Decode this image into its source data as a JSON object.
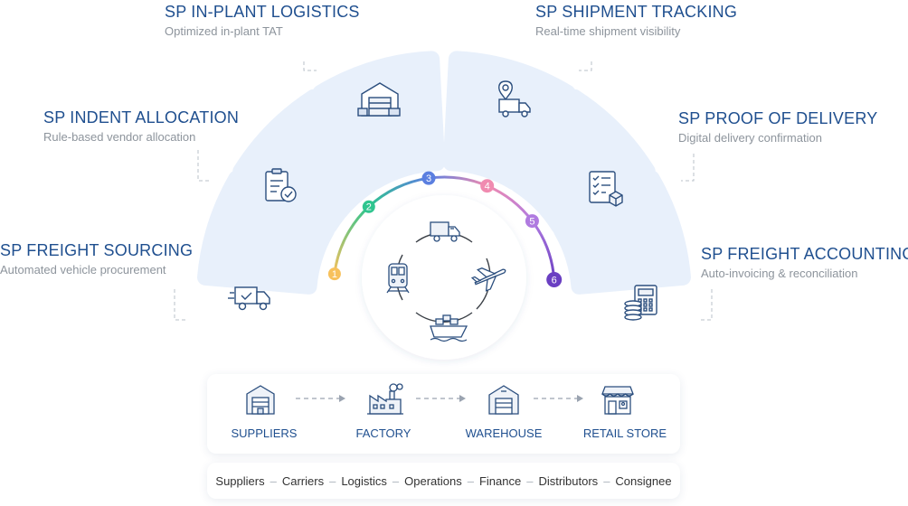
{
  "modules": [
    {
      "title": "SP FREIGHT SOURCING",
      "subtitle": "Automated vehicle procurement",
      "icon": "truck-check-icon",
      "step": "1",
      "color": "#f7c15c"
    },
    {
      "title": "SP INDENT ALLOCATION",
      "subtitle": "Rule-based vendor allocation",
      "icon": "document-check-icon",
      "step": "2",
      "color": "#2fc58f"
    },
    {
      "title": "SP IN-PLANT LOGISTICS",
      "subtitle": "Optimized in-plant TAT",
      "icon": "warehouse-icon",
      "step": "3",
      "color": "#5b7fe0"
    },
    {
      "title": "SP SHIPMENT TRACKING",
      "subtitle": "Real-time shipment visibility",
      "icon": "truck-location-icon",
      "step": "4",
      "color": "#f08bb0"
    },
    {
      "title": "SP PROOF OF DELIVERY",
      "subtitle": "Digital delivery confirmation",
      "icon": "checklist-box-icon",
      "step": "5",
      "color": "#b07be0"
    },
    {
      "title": "SP FREIGHT ACCOUNTING",
      "subtitle": "Auto-invoicing & reconciliation",
      "icon": "calculator-coins-icon",
      "step": "6",
      "color": "#6a3fc2"
    }
  ],
  "transport_icons": [
    "truck-icon",
    "train-icon",
    "airplane-icon",
    "ship-icon"
  ],
  "flow": [
    {
      "label": "SUPPLIERS",
      "icon": "supplier-warehouse-icon"
    },
    {
      "label": "FACTORY",
      "icon": "factory-icon"
    },
    {
      "label": "WAREHOUSE",
      "icon": "warehouse-icon"
    },
    {
      "label": "RETAIL STORE",
      "icon": "retail-store-icon"
    }
  ],
  "partners": [
    "Suppliers",
    "Carriers",
    "Logistics",
    "Operations",
    "Finance",
    "Distributors",
    "Consignee"
  ],
  "colors": {
    "accent": "#1f4f8f",
    "petal": "#e8f0fb",
    "icon": "#2b4e7e"
  }
}
